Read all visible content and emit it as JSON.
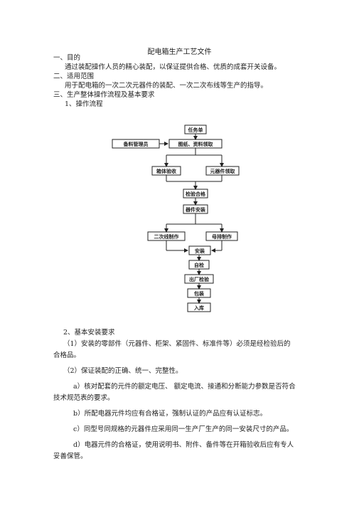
{
  "doc": {
    "title": "配电箱生产工艺文件",
    "sec1_heading": "一、目的",
    "sec1_text": "通过装配操作人员的精心装配，以保证提供合格、优质的成套开关设备。",
    "sec2_heading": "二、适用范围",
    "sec2_text": "用于配电箱的一次二次元器件的装配、一次二次布线等生产的指导。",
    "sec3_heading": "三、生产整体操作流程及基本要求",
    "sub1": "1、操作流程",
    "sub2": "2、基本安装要求",
    "p1_a": "（1）安装的零部件（元器件、柜架、紧固件、标准件等）必须是经检验后的",
    "p1_b": "合格品。",
    "p2": "（2）保证装配的正确、统一、完整性。",
    "pa_a": "a）核对配套的元件的额定电压、    额定电流、接通和分断能力参数是否符合",
    "pa_b": "技术规范表的要求。",
    "pb": "b）所配电器元件均应有合格证，强制认证的产品应有认证标志。",
    "pc": "c）同型号同规格的元器件应采用同一生产厂生产的同一安装尺寸的产品。",
    "pd_a": "d）电器元件的合格证，使用说明书、附件、备件等在开箱验收后应有专人",
    "pd_b": "妥善保管。"
  },
  "flowchart": {
    "task": "任务单",
    "material_mgmt": "备料管理员",
    "drawing": "图纸、资料领取",
    "box_check": "箱体验收",
    "component_pick": "元器件领取",
    "inspection_ok": "检验合格",
    "parts_install": "器件安装",
    "secondary_wire": "二次线制作",
    "primary_wire": "母排制作",
    "install": "安装",
    "self_check": "自检",
    "factory_check": "出厂检验",
    "packing": "包装",
    "warehouse": "入库"
  }
}
